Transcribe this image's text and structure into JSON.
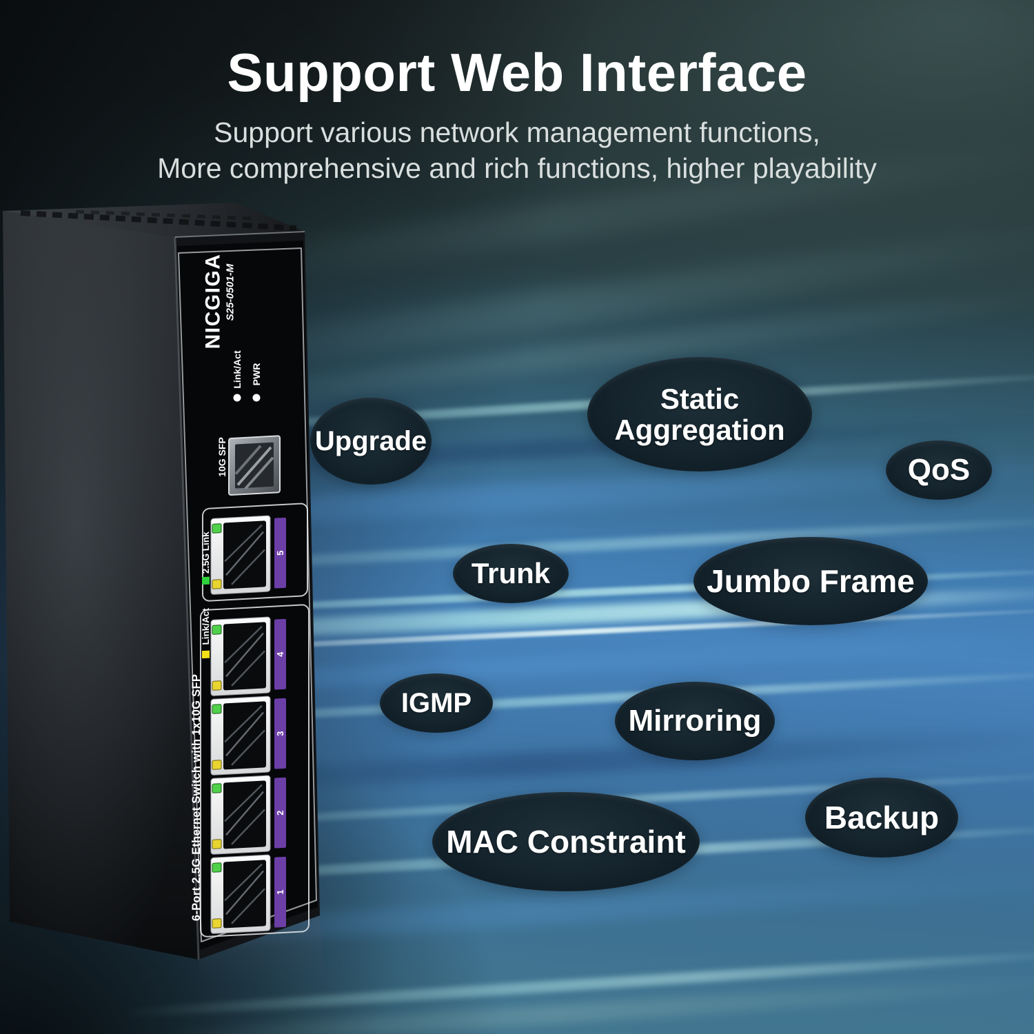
{
  "header": {
    "title": "Support Web Interface",
    "subtitle_line1": "Support various network management functions,",
    "subtitle_line2": "More comprehensive and rich functions, higher playability"
  },
  "features": [
    {
      "id": "upgrade",
      "label": "Upgrade"
    },
    {
      "id": "static-aggregation",
      "label": "Static Aggregation"
    },
    {
      "id": "qos",
      "label": "QoS"
    },
    {
      "id": "trunk",
      "label": "Trunk"
    },
    {
      "id": "jumbo-frame",
      "label": "Jumbo Frame"
    },
    {
      "id": "igmp",
      "label": "IGMP"
    },
    {
      "id": "mirroring",
      "label": "Mirroring"
    },
    {
      "id": "mac-constraint",
      "label": "MAC Constraint"
    },
    {
      "id": "backup",
      "label": "Backup"
    }
  ],
  "switch": {
    "brand": "NICGIGA",
    "model": "S25-0501-M",
    "leds": {
      "link_act": "Link/Act",
      "pwr": "PWR"
    },
    "sfp_label": "10G SFP",
    "uplink_legend": "2.5G Link",
    "lan_legend": "Link/Act",
    "product_text": "6-Port 2.5G Ethernet Switch with 1x10G SFP",
    "port_numbers": [
      "5",
      "4",
      "3",
      "2",
      "1"
    ]
  },
  "colors": {
    "port_strip_purple": "#6b3fa6",
    "led_green": "#4fd14a",
    "led_yellow": "#e9d52f",
    "legend_green": "#2fd43c",
    "legend_yellow": "#f2e118",
    "bubble_background": "#0e1b24",
    "streak_cyan": "#b9eeec",
    "streak_blue": "#4884bd"
  }
}
